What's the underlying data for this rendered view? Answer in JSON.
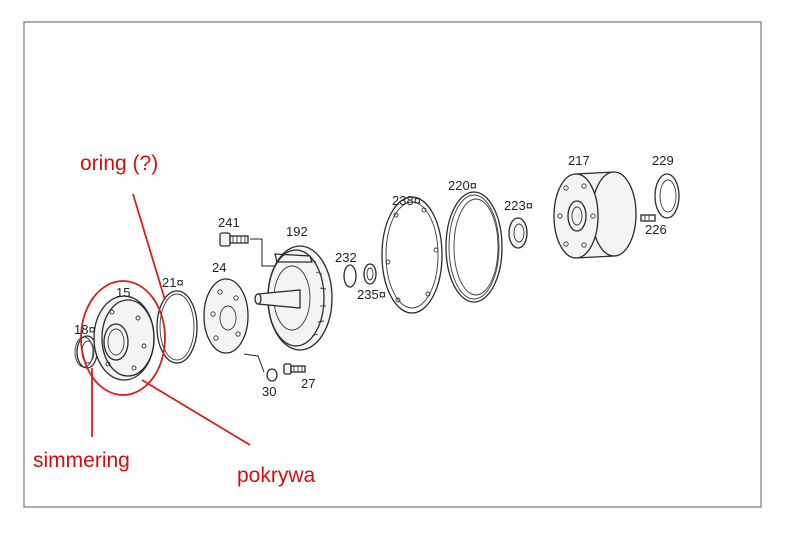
{
  "labels": {
    "p15": "15",
    "p18": "18¤",
    "p21": "21¤",
    "p24": "24",
    "p241": "241",
    "p192": "192",
    "p232": "232",
    "p235": "235¤",
    "p238": "238¤",
    "p220": "220¤",
    "p223": "223¤",
    "p217": "217",
    "p229": "229",
    "p226": "226",
    "p30": "30",
    "p27": "27"
  },
  "annotations": {
    "oring": "oring (?)",
    "simmering": "simmering",
    "pokrywa": "pokrywa"
  },
  "colors": {
    "annotation": "#d01010",
    "line": "#2a2a2a",
    "frame": "#777777"
  }
}
